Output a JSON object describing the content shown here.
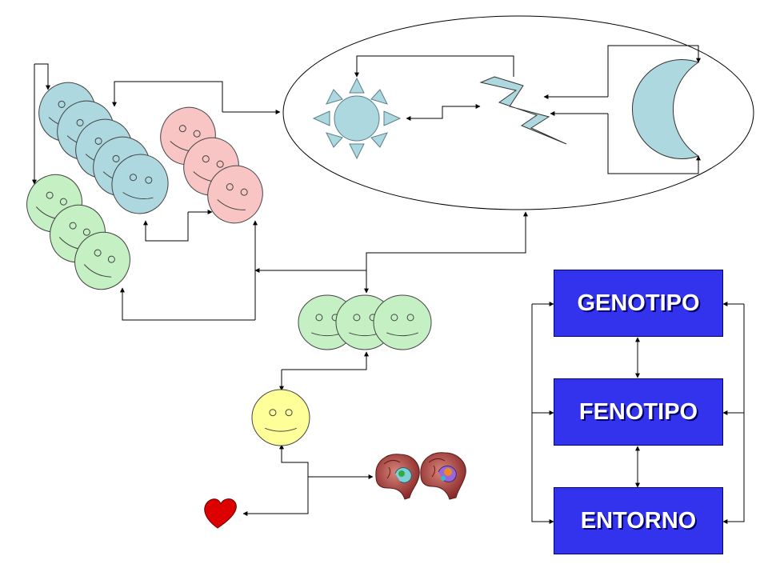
{
  "boxes": {
    "genotipo": "GENOTIPO",
    "fenotipo": "FENOTIPO",
    "entorno": "ENTORNO"
  },
  "colors": {
    "box_fill": "#3333ee",
    "face_blue": "#aed8df",
    "face_pink": "#f8c4c4",
    "face_green": "#c4f0c4",
    "face_yellow": "#ffff99",
    "sun": "#aed8df",
    "lightning": "#aed8df",
    "moon": "#aed8df",
    "heart": "#dd0000",
    "lines": "#000000"
  },
  "icons": [
    "smiley-face-icon",
    "sun-icon",
    "lightning-icon",
    "moon-icon",
    "heart-icon",
    "brain-icon"
  ]
}
